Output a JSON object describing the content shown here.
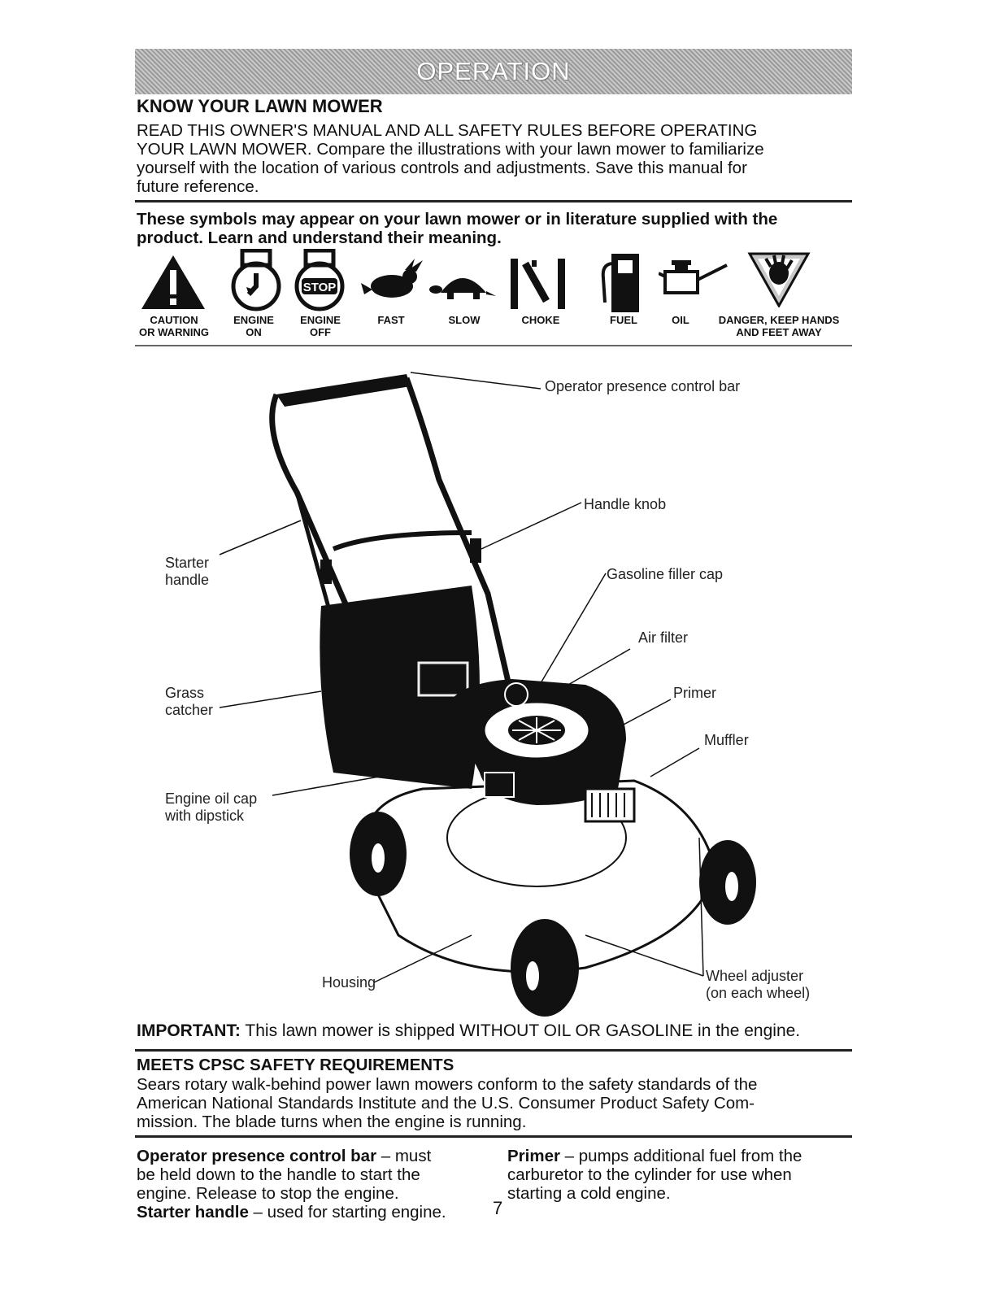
{
  "banner": "OPERATION",
  "know": {
    "title": "KNOW YOUR LAWN MOWER",
    "lines": [
      "READ THIS OWNER'S MANUAL AND ALL SAFETY RULES BEFORE OPERATING",
      "YOUR LAWN MOWER.  Compare the illustrations with your lawn mower to familiarize",
      "yourself with the location of various controls and adjustments.  Save this manual for",
      "future reference."
    ]
  },
  "symbols_intro": [
    "These symbols may appear on your lawn mower or in literature supplied with the",
    "product.  Learn and understand their meaning."
  ],
  "symbols": [
    {
      "icon": "warning-triangle-icon",
      "line1": "CAUTION",
      "line2": "OR WARNING"
    },
    {
      "icon": "engine-on-icon",
      "line1": "ENGINE",
      "line2": "ON"
    },
    {
      "icon": "engine-off-icon",
      "line1": "ENGINE",
      "line2": "OFF",
      "stop_text": "STOP"
    },
    {
      "icon": "rabbit-icon",
      "line1": "FAST",
      "line2": ""
    },
    {
      "icon": "turtle-icon",
      "line1": "SLOW",
      "line2": ""
    },
    {
      "icon": "choke-icon",
      "line1": "CHOKE",
      "line2": ""
    },
    {
      "icon": "fuel-pump-icon",
      "line1": "FUEL",
      "line2": ""
    },
    {
      "icon": "oil-can-icon",
      "line1": "OIL",
      "line2": ""
    },
    {
      "icon": "danger-hand-icon",
      "line1": "DANGER, KEEP HANDS",
      "line2": "AND FEET AWAY"
    }
  ],
  "callouts": {
    "control_bar": "Operator presence control bar",
    "handle_knob": "Handle knob",
    "starter_1": "Starter",
    "starter_2": "handle",
    "filler_cap": "Gasoline filler cap",
    "air_filter": "Air filter",
    "grass_1": "Grass",
    "grass_2": "catcher",
    "primer": "Primer",
    "muffler": "Muffler",
    "oilcap_1": "Engine oil cap",
    "oilcap_2": "with dipstick",
    "housing": "Housing",
    "wheel_1": "Wheel adjuster",
    "wheel_2": "(on each wheel)"
  },
  "important": {
    "label": "IMPORTANT:",
    "text": " This lawn mower is shipped WITHOUT OIL OR GASOLINE in the engine."
  },
  "cpsc": {
    "title": "MEETS CPSC SAFETY REQUIREMENTS",
    "lines": [
      "Sears rotary walk-behind power lawn mowers conform to the safety standards of the",
      "American National Standards Institute and the U.S. Consumer Product Safety Com-",
      "mission.  The blade turns when the engine is running."
    ]
  },
  "definitions": {
    "opc_term": "Operator presence control bar",
    "opc_rest1": " – must",
    "opc_line2": "be held down to the handle to start the",
    "opc_line3": "engine.  Release to stop the engine.",
    "starter_term": "Starter handle",
    "starter_rest": " – used for starting engine.",
    "primer_term": "Primer",
    "primer_rest1": " – pumps additional fuel from the",
    "primer_line2": "carburetor to the cylinder for use when",
    "primer_line3": "starting a cold engine."
  },
  "page_number": "7"
}
